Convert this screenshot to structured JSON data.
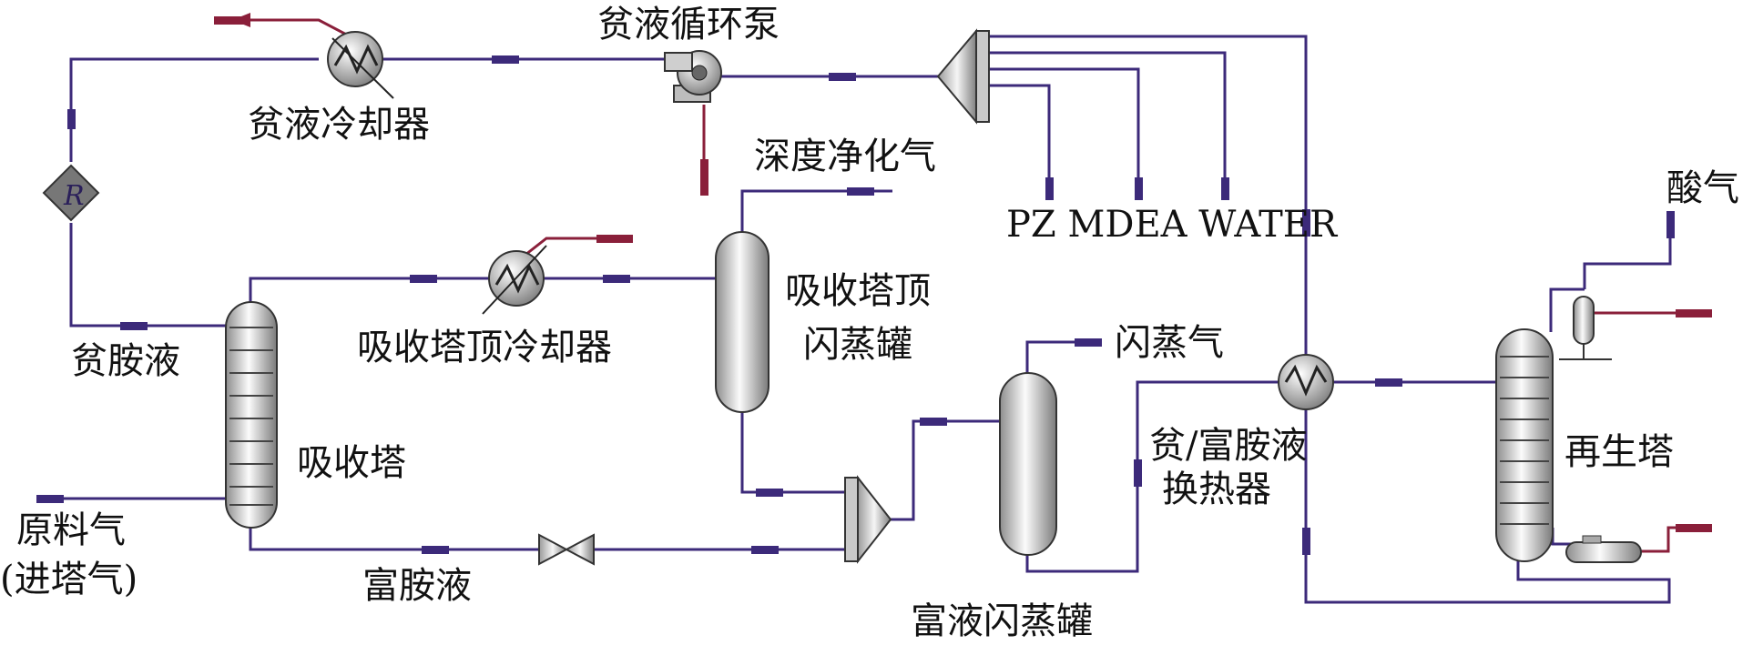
{
  "colors": {
    "pipe": "#3c2a7a",
    "utility": "#8a1f3a",
    "vessel_light": "#f2f2f2",
    "vessel_dark": "#8d8d8d"
  },
  "labels": {
    "lean_pump": "贫液循环泵",
    "lean_cooler": "贫液冷却器",
    "deep_purified_gas": "深度净化气",
    "pz_mdea_water": "PZ MDEA WATER",
    "acid_gas": "酸气",
    "lean_amine": "贫胺液",
    "top_cooler": "吸收塔顶冷却器",
    "top_flash_1": "吸收塔顶",
    "top_flash_2": "闪蒸罐",
    "flash_gas": "闪蒸气",
    "absorber": "吸收塔",
    "exchanger_1": "贫/富胺液",
    "exchanger_2": "换热器",
    "regenerator": "再生塔",
    "feed_gas_1": "原料气",
    "feed_gas_2": "(进塔气)",
    "rich_amine": "富胺液",
    "rich_flash_drum": "富液闪蒸罐",
    "reactor_symbol": "R"
  }
}
